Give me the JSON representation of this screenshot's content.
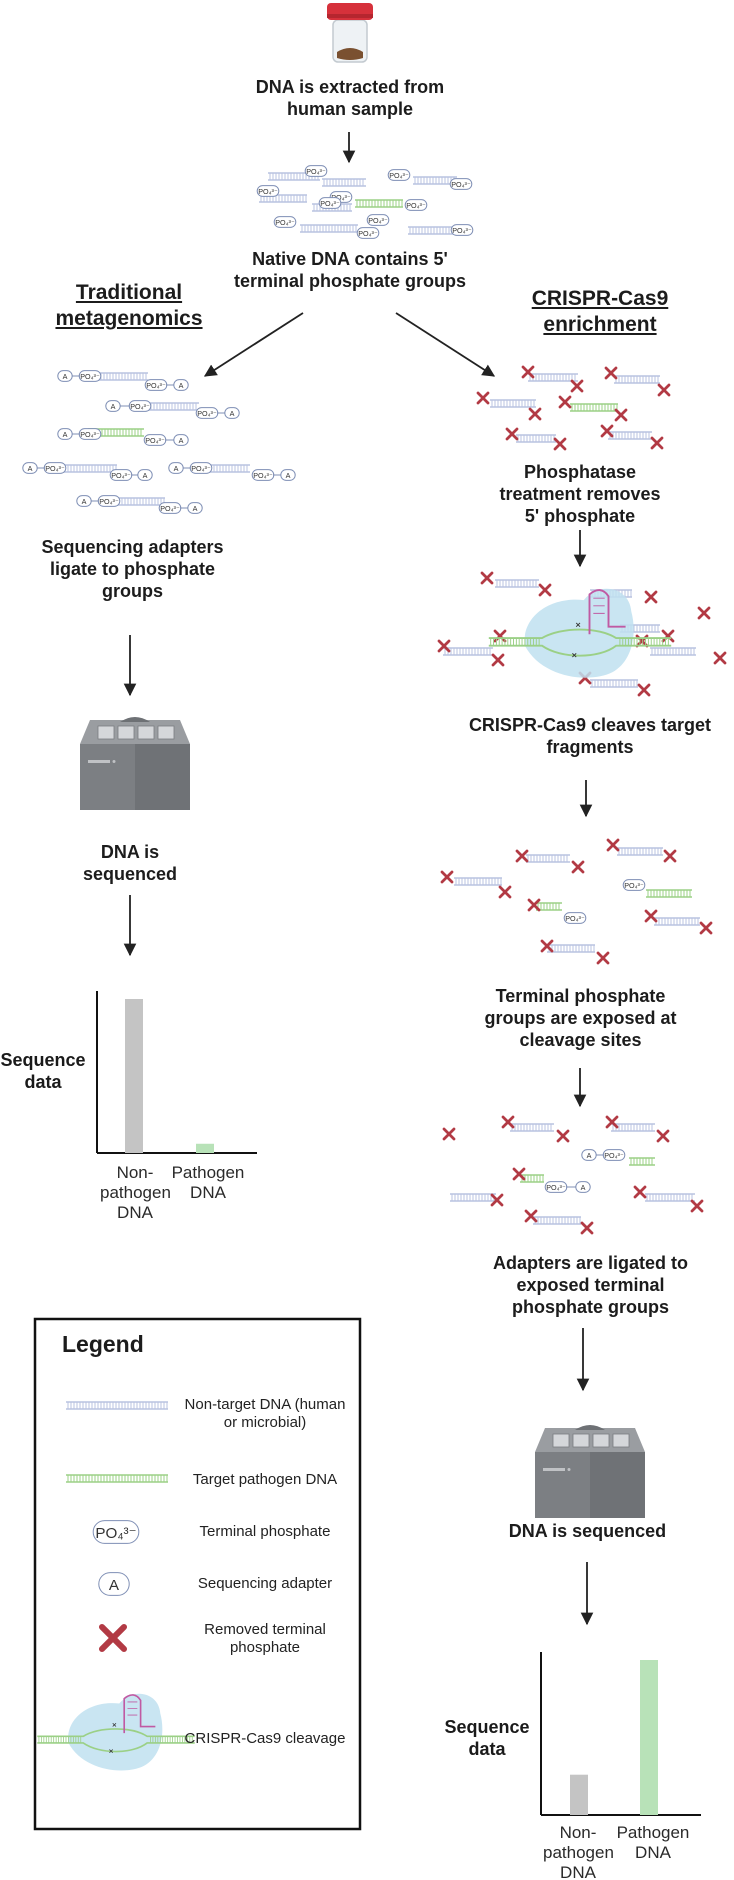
{
  "labels": {
    "extract": "DNA is extracted from human sample",
    "native": "Native DNA contains 5' terminal phosphate groups",
    "traditional": "Traditional metagenomics",
    "crispr": "CRISPR-Cas9 enrichment",
    "ligate_left": "Sequencing adapters ligate to phosphate groups",
    "phosphatase": "Phosphatase treatment removes 5' phosphate",
    "sequenced_left": "DNA is sequenced",
    "cleaves": "CRISPR-Cas9 cleaves target fragments",
    "exposed": "Terminal phosphate groups are exposed at cleavage sites",
    "adapters_right": "Adapters are ligated to exposed terminal phosphate groups",
    "sequenced_right": "DNA is sequenced"
  },
  "glyphs": {
    "phosphate": "PO₄³⁻",
    "adapter": "A"
  },
  "legend": {
    "title": "Legend",
    "items": [
      {
        "icon": "non-target-dna",
        "text": "Non-target DNA (human or microbial)"
      },
      {
        "icon": "target-dna",
        "text": "Target pathogen DNA"
      },
      {
        "icon": "phosphate",
        "text": "Terminal phosphate"
      },
      {
        "icon": "adapter",
        "text": "Sequencing adapter"
      },
      {
        "icon": "x-mark",
        "text": "Removed terminal phosphate"
      },
      {
        "icon": "crispr-cas9",
        "text": "CRISPR-Cas9 cleavage"
      }
    ]
  },
  "colors": {
    "non_target": "#b9c3e0",
    "target": "#9bd086",
    "removed": "#b23a44",
    "bar_non_pathogen": "#c4c4c4",
    "bar_pathogen": "#b8e2b8",
    "cas9_blob": "#bfe0f0",
    "guide_rna": "#c05aa3",
    "lid": "#d6313b"
  },
  "chart_data": [
    {
      "type": "bar",
      "categories": [
        "Non-pathogen DNA",
        "Pathogen DNA"
      ],
      "values": [
        100,
        6
      ],
      "ylabel": "Sequence data"
    },
    {
      "type": "bar",
      "categories": [
        "Non-pathogen DNA",
        "Pathogen DNA"
      ],
      "values": [
        26,
        100
      ],
      "ylabel": "Sequence data"
    }
  ]
}
